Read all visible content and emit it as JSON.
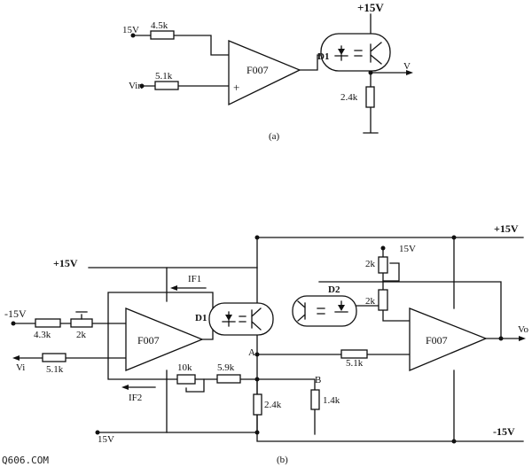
{
  "diagram_a": {
    "supply_top": "+15V",
    "supply_left": "15V",
    "r_feedback": "4.5k",
    "r_input": "5.1k",
    "input_label": "Vin",
    "opamp": "F007",
    "plus_sign": "+",
    "diode": "D1",
    "output_label": "V",
    "r_load": "2.4k",
    "caption": "(a)"
  },
  "diagram_b": {
    "supply_plus_left": "+15V",
    "supply_plus_right": "+15V",
    "supply_minus_left": "-15V",
    "supply_minus_right": "-15V",
    "supply_bottom_left": "15V",
    "supply_pot_top": "15V",
    "r_43k": "4.3k",
    "pot_2k_left": "2k",
    "r_input": "5.1k",
    "input_label": "Vi",
    "opamp1": "F007",
    "opamp2": "F007",
    "if1": "IF1",
    "if2": "IF2",
    "d1": "D1",
    "d2": "D2",
    "pot_10k": "10k",
    "r_59k": "5.9k",
    "r_24k": "2.4k",
    "r_14k": "1.4k",
    "node_a": "A",
    "node_b": "B",
    "r_51k_right": "5.1k",
    "pot_2k_right": "2k",
    "r_2k_right": "2k",
    "output_label": "Vo",
    "caption": "(b)",
    "watermark": "Q606.COM"
  }
}
